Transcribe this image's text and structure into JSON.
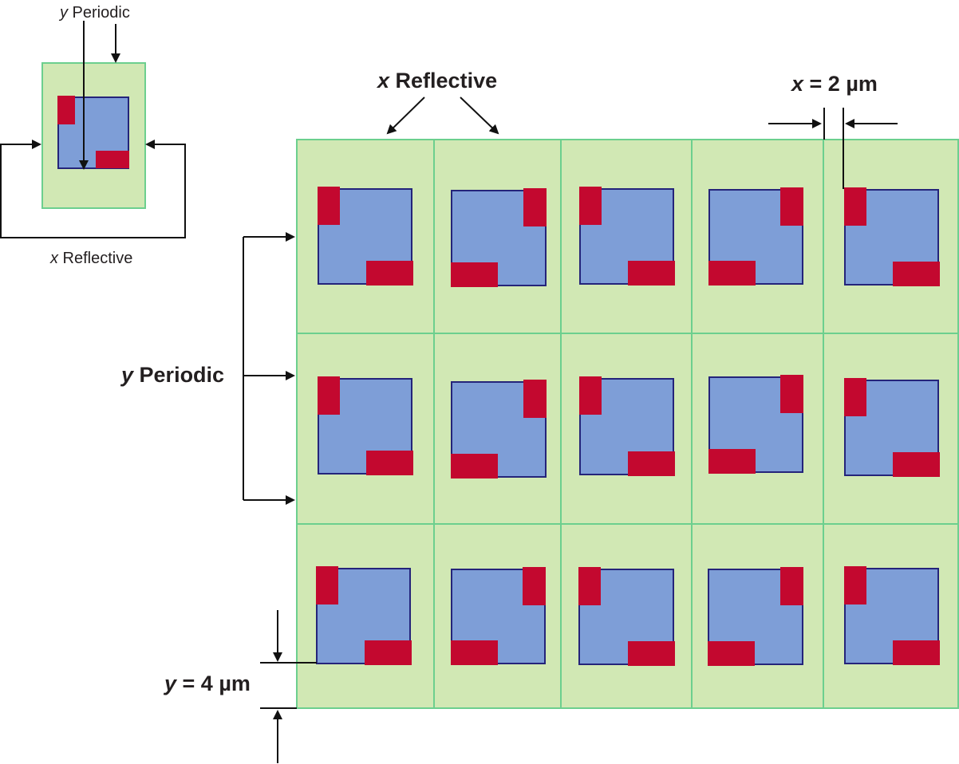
{
  "labels": {
    "inset_y_var": "y",
    "inset_y_word": " Periodic",
    "inset_x_var": "x",
    "inset_x_word": " Reflective",
    "main_x_var": "x",
    "main_x_word": " Reflective",
    "main_y_var": "y",
    "main_y_word": " Periodic",
    "dim_x_var": "x",
    "dim_x_rest": " = 2 µm",
    "dim_y_var": "y",
    "dim_y_rest": " = 4 µm"
  },
  "grid": {
    "rows": 3,
    "cols": 5
  },
  "colors": {
    "cell_fill": "#d1e8b4",
    "cell_border": "#6ccf8e",
    "square_fill": "#7e9ed7",
    "square_border": "#24247a",
    "pad": "#c3082f",
    "arrow": "#111111"
  }
}
